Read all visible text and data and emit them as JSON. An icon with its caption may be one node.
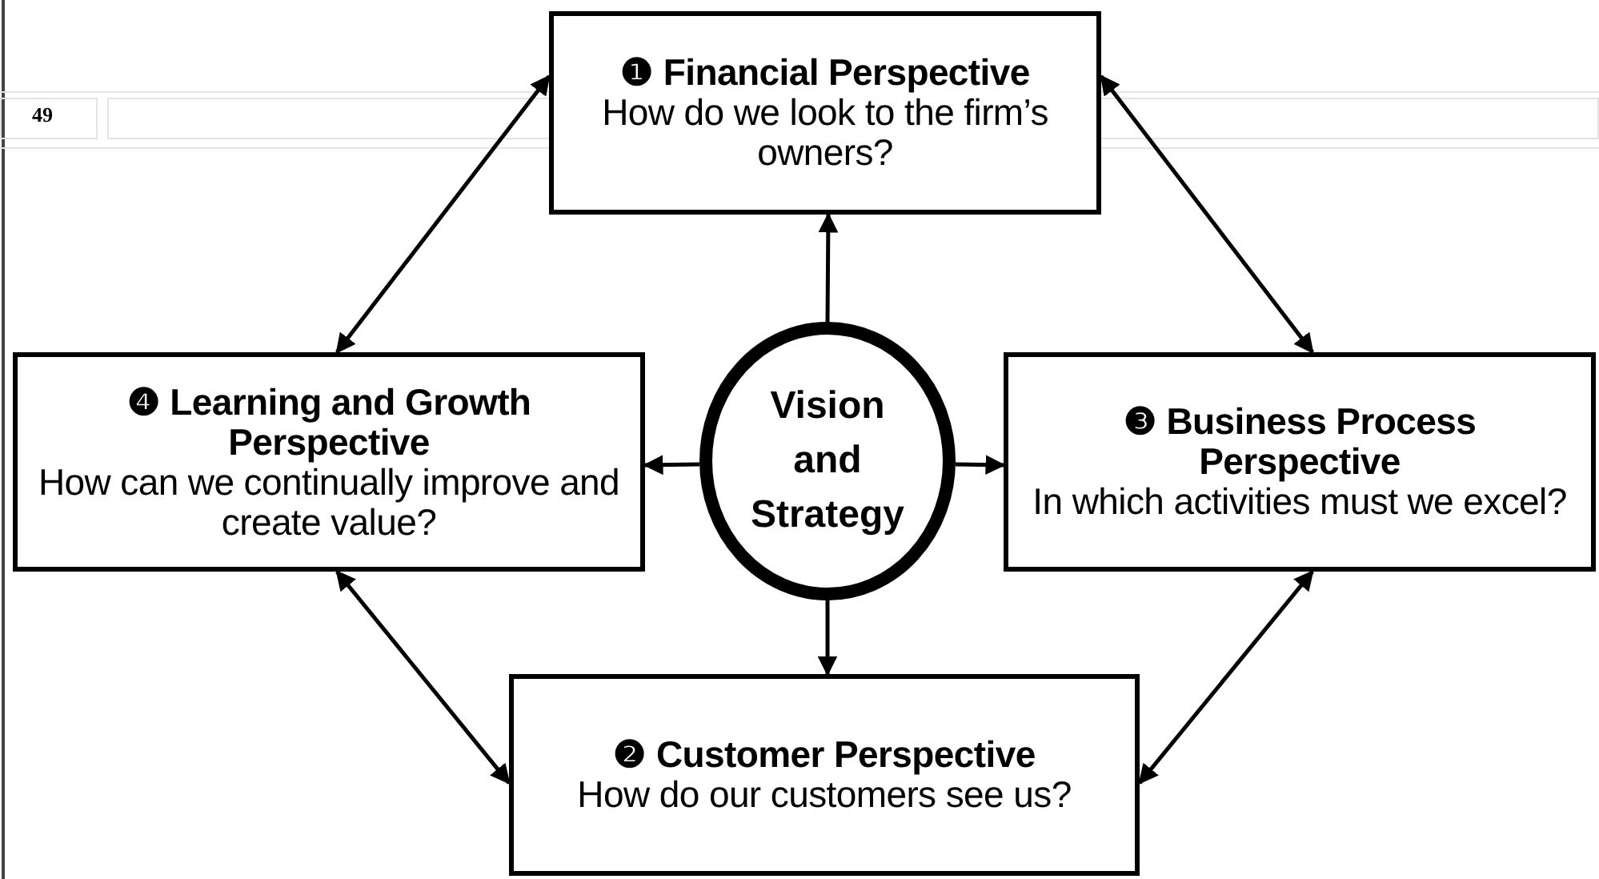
{
  "diagram": {
    "nodes": [
      {
        "text": [
          "❶ Financial Perspective",
          "How do we look to the firm’s owners?"
        ]
      },
      {
        "text": [
          "❹ Learning and Growth Perspective",
          "How can we continually improve and create value?"
        ]
      },
      {
        "text": [
          "Vision and Strategy"
        ]
      },
      {
        "text": [
          "❸ Business Process Perspective",
          "In which activities must we excel?"
        ]
      },
      {
        "text": [
          "❷ Customer Perspective",
          "How do our customers see us?"
        ]
      }
    ],
    "edges": [
      {
        "from": 2,
        "to": 0,
        "arrow": "to"
      },
      {
        "from": 2,
        "to": 1,
        "arrow": "to"
      },
      {
        "from": 2,
        "to": 3,
        "arrow": "to"
      },
      {
        "from": 2,
        "to": 4,
        "arrow": "to"
      },
      {
        "from": 0,
        "to": 1,
        "arrow": "both"
      },
      {
        "from": 0,
        "to": 3,
        "arrow": "both"
      },
      {
        "from": 1,
        "to": 4,
        "arrow": "both"
      },
      {
        "from": 3,
        "to": 4,
        "arrow": "both"
      }
    ],
    "labels": [
      "49"
    ]
  }
}
